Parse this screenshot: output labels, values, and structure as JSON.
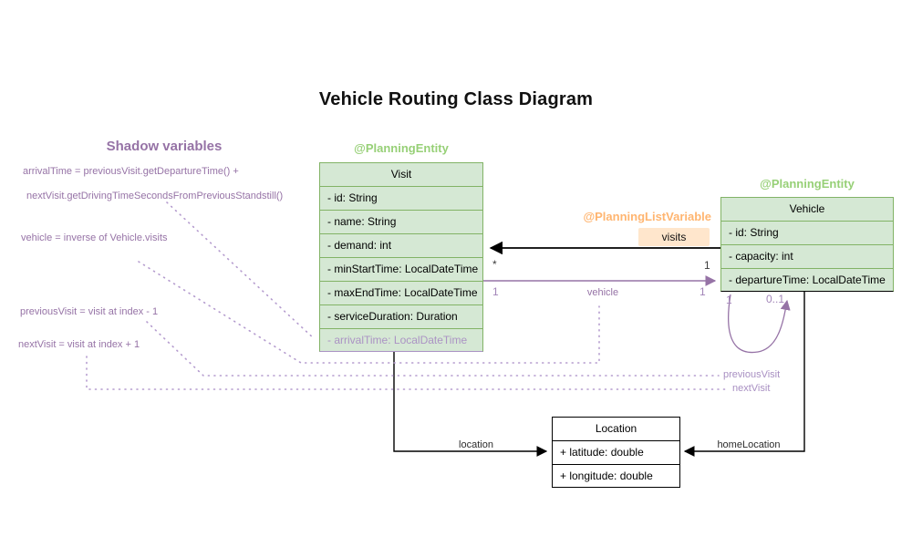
{
  "title": "Vehicle Routing Class Diagram",
  "shadow": {
    "heading": "Shadow variables",
    "lines": [
      "arrivalTime = previousVisit.getDepartureTime() +",
      "nextVisit.getDrivingTimeSecondsFromPreviousStandstill()",
      "vehicle = inverse of Vehicle.visits",
      "previousVisit = visit at index - 1",
      "nextVisit = visit at index + 1"
    ]
  },
  "annotations": {
    "visit_entity": "@PlanningEntity",
    "vehicle_entity": "@PlanningEntity",
    "planning_list_variable": "@PlanningListVariable"
  },
  "classes": {
    "visit": {
      "name": "Visit",
      "attributes": [
        "- id: String",
        "- name: String",
        "- demand: int",
        "- minStartTime: LocalDateTime",
        "- maxEndTime: LocalDateTime",
        "- serviceDuration: Duration",
        "- arrivalTime: LocalDateTime"
      ]
    },
    "vehicle": {
      "name": "Vehicle",
      "attributes": [
        "- id: String",
        "- capacity: int",
        "- departureTime: LocalDateTime"
      ]
    },
    "location": {
      "name": "Location",
      "attributes": [
        "+ latitude: double",
        "+ longitude: double"
      ]
    }
  },
  "relations": {
    "visits": {
      "label": "visits",
      "mult_source": "1",
      "mult_target": "*"
    },
    "vehicle": {
      "label": "vehicle",
      "mult_source": "1",
      "mult_target": "1"
    },
    "location": {
      "label": "location"
    },
    "home_location": {
      "label": "homeLocation"
    },
    "self_loop": {
      "mult_source": "1",
      "mult_target": "0..1"
    },
    "previous_visit": {
      "label": "previousVisit"
    },
    "next_visit": {
      "label": "nextVisit"
    }
  },
  "colors": {
    "entity_green_text": "#97d077",
    "entity_fill": "#d5e8d4",
    "entity_border": "#82b366",
    "list_variable_orange_text": "#ffb570",
    "visits_chip_fill": "#ffe6cc",
    "shadow_purple": "#9673a6",
    "shadow_attr_purple": "#ab93c4",
    "edge_black": "#000000"
  }
}
